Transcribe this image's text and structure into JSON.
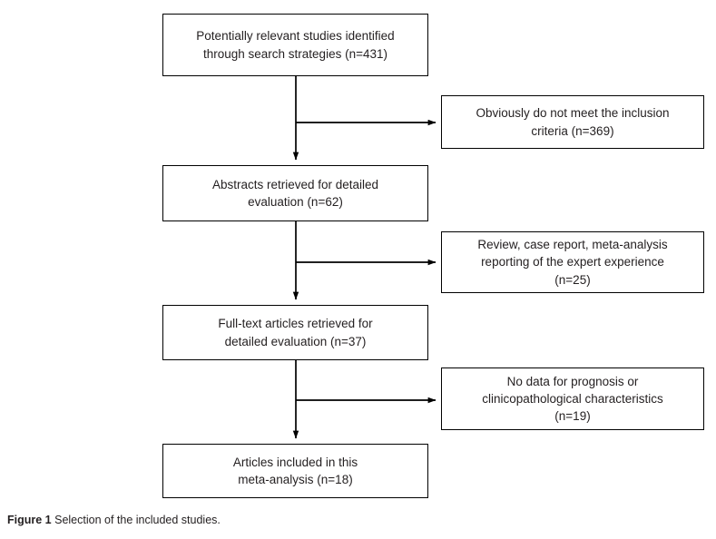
{
  "figure": {
    "caption_label": "Figure 1",
    "caption_text": "Selection of the included studies.",
    "line_color": "#000000",
    "text_color": "#231f20",
    "background": "#ffffff"
  },
  "flowchart": {
    "type": "prisma-flow-diagram",
    "main_nodes": [
      {
        "id": "identified",
        "text": "Potentially relevant studies identified\nthrough search strategies (n=431)",
        "n": 431
      },
      {
        "id": "abstracts",
        "text": "Abstracts retrieved for detailed\nevaluation (n=62)",
        "n": 62
      },
      {
        "id": "fulltext",
        "text": "Full-text articles retrieved for\ndetailed evaluation (n=37)",
        "n": 37
      },
      {
        "id": "included",
        "text": "Articles included in this\nmeta-analysis (n=18)",
        "n": 18
      }
    ],
    "excluded_nodes": [
      {
        "id": "excl-inclusion",
        "text": "Obviously do not meet the inclusion\ncriteria (n=369)",
        "n": 369
      },
      {
        "id": "excl-review",
        "text": "Review, case report, meta-analysis\nreporting of the expert experience\n(n=25)",
        "n": 25
      },
      {
        "id": "excl-nodata",
        "text": "No data for prognosis or\nclinicopathological characteristics\n(n=19)",
        "n": 19
      }
    ]
  }
}
